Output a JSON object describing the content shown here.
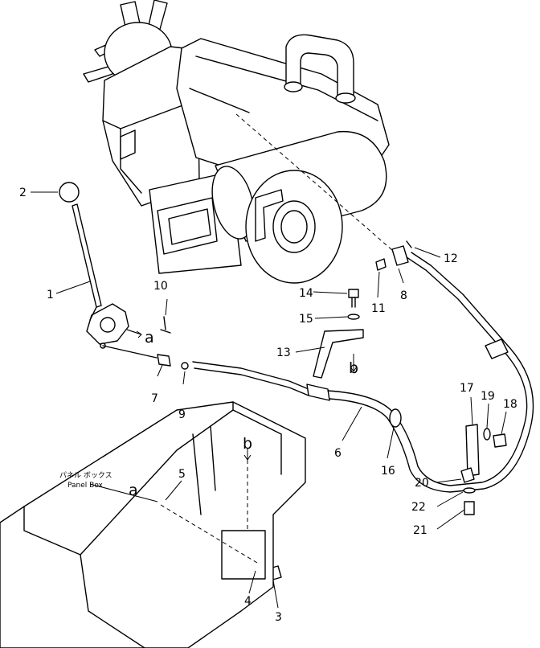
{
  "callouts": {
    "n1": "1",
    "n2": "2",
    "n3": "3",
    "n4": "4",
    "n5": "5",
    "n6": "6",
    "n7": "7",
    "n8": "8",
    "n9": "9",
    "n10": "10",
    "n11": "11",
    "n12": "12",
    "n13": "13",
    "n14": "14",
    "n15": "15",
    "n16": "16",
    "n17": "17",
    "n18": "18",
    "n19": "19",
    "n20": "20",
    "n21": "21",
    "n22": "22"
  },
  "letters": {
    "a": "a",
    "b": "b"
  },
  "panel_box": {
    "jp": "パネル ボックス",
    "en": "Panel Box"
  }
}
